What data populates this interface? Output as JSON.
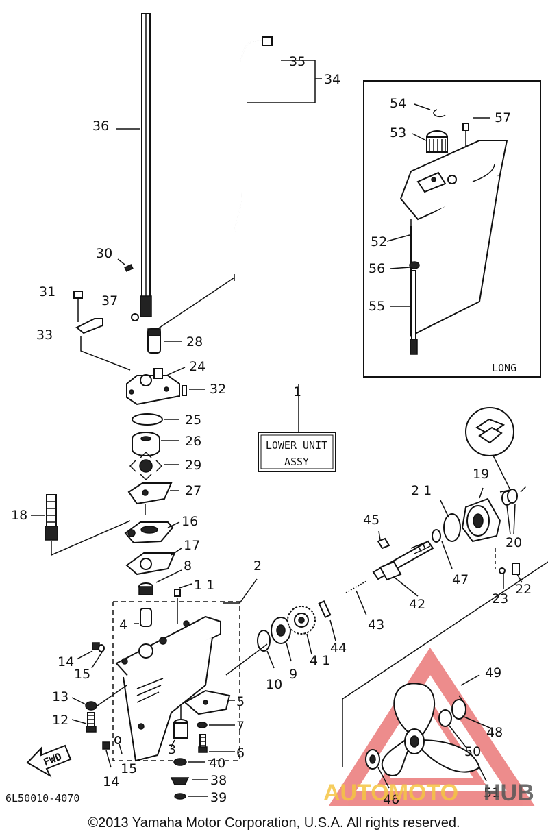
{
  "labels": {
    "p1": "1",
    "p2": "2",
    "p3": "3",
    "p4": "4",
    "p5": "5",
    "p6": "6",
    "p7": "7",
    "p8": "8",
    "p9": "9",
    "p10": "10",
    "p11": "1 1",
    "p12": "12",
    "p13": "13",
    "p14a": "14",
    "p14b": "14",
    "p15a": "15",
    "p15b": "15",
    "p16": "16",
    "p17": "17",
    "p18": "18",
    "p19": "19",
    "p20": "20",
    "p21": "2 1",
    "p22": "22",
    "p23": "23",
    "p24": "24",
    "p25": "25",
    "p26": "26",
    "p27": "27",
    "p28": "28",
    "p29": "29",
    "p30": "30",
    "p31": "31",
    "p32": "32",
    "p33": "33",
    "p34": "34",
    "p35": "35",
    "p36": "36",
    "p37": "37",
    "p38": "38",
    "p39": "39",
    "p40": "40",
    "p41": "4 1",
    "p42": "42",
    "p43": "43",
    "p44": "44",
    "p45": "45",
    "p46": "46",
    "p47": "47",
    "p48": "48",
    "p49": "49",
    "p50": "50",
    "p51": "51",
    "p52": "52",
    "p53": "53",
    "p54": "54",
    "p55": "55",
    "p56": "56",
    "p57": "57"
  },
  "inset_label": "LONG",
  "assy_box": {
    "line1": "LOWER UNIT",
    "line2": "ASSY"
  },
  "fwd_label": "FWD",
  "diagram_code": "6L50010-4070",
  "copyright": "©2013 Yamaha Motor Corporation, U.S.A. All rights reserved.",
  "watermark": {
    "part1": "AUTOMOTO",
    "part2": "HUB",
    "color1": "#f5c542",
    "color2": "#555555",
    "accent": "#e03030"
  }
}
